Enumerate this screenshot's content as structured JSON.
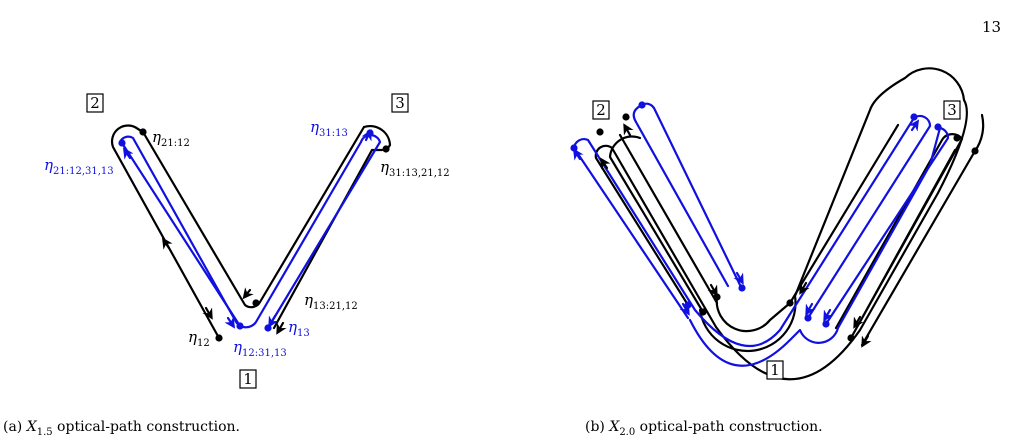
{
  "page_number": "13",
  "colors": {
    "path_black": "#000000",
    "path_blue": "#1010e0"
  },
  "panel_a": {
    "caption_prefix": "(a) ",
    "caption_symbol": "X",
    "caption_sub": "1.5",
    "caption_rest": " optical-path construction.",
    "nodes": [
      "2",
      "3",
      "1"
    ],
    "labels": {
      "eta_21_12": {
        "base": "η",
        "sub": "21:12"
      },
      "eta_21_12_31_13": {
        "base": "η",
        "sub": "21:12,31,13"
      },
      "eta_31_13": {
        "base": "η",
        "sub": "31:13"
      },
      "eta_31_13_21_12": {
        "base": "η",
        "sub": "31:13,21,12"
      },
      "eta_13_21_12": {
        "base": "η",
        "sub": "13:21,12"
      },
      "eta_12": {
        "base": "η",
        "sub": "12"
      },
      "eta_13": {
        "base": "η",
        "sub": "13"
      },
      "eta_12_31_13": {
        "base": "η",
        "sub": "12:31,13"
      }
    }
  },
  "panel_b": {
    "caption_prefix": "(b) ",
    "caption_symbol": "X",
    "caption_sub": "2.0",
    "caption_rest": " optical-path construction.",
    "nodes": [
      "2",
      "3",
      "1"
    ]
  }
}
